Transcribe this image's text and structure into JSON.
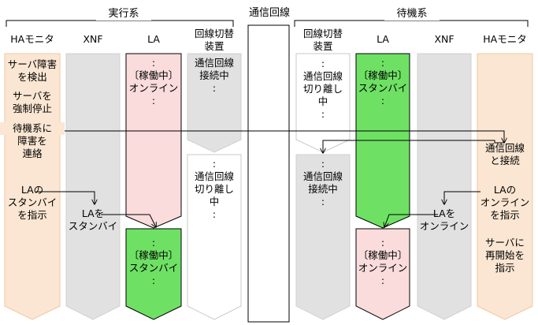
{
  "groups": {
    "active": "実行系",
    "center": "通信回線",
    "standby": "待機系"
  },
  "columns": {
    "ha_left": "HAモニタ",
    "xnf_left": "XNF",
    "la_left": "LA",
    "sw_left": [
      "回線切替",
      "装置"
    ],
    "sw_right": [
      "回線切替",
      "装置"
    ],
    "la_right": "LA",
    "xnf_right": "XNF",
    "ha_right": "HAモニタ"
  },
  "ha_left": {
    "detect": [
      "サーバ障害",
      "を検出"
    ],
    "stop": [
      "サーバを",
      "強制停止"
    ],
    "notify": [
      "待機系に",
      "障害を",
      "連絡"
    ],
    "instruct": [
      "LAの",
      "スタンバイ",
      "を指示"
    ]
  },
  "xnf_left": {
    "la_standby": [
      "LAを",
      "スタンバイ"
    ]
  },
  "la_left": {
    "top": [
      ":",
      "〔稼働中〕",
      "オンライン",
      ":"
    ],
    "bottom": [
      ":",
      "〔稼働中〕",
      "スタンバイ",
      ":"
    ]
  },
  "sw_left": {
    "top": [
      "通信回線",
      "接続中",
      ":"
    ],
    "bottom": [
      ":",
      "通信回線",
      "切り離し",
      "中",
      ":"
    ]
  },
  "sw_right": {
    "top": [
      ":",
      "通信回線",
      "切り離し",
      "中",
      ":"
    ],
    "bottom": [
      ":",
      "通信回線",
      "接続中",
      ":"
    ]
  },
  "la_right": {
    "top": [
      ":",
      "〔稼働中〕",
      "スタンバイ",
      ":"
    ],
    "bottom": [
      ":",
      "〔稼働中〕",
      "オンライン",
      ":"
    ]
  },
  "xnf_right": {
    "la_online": [
      "LAを",
      "オンライン"
    ]
  },
  "ha_right": {
    "connect": [
      "通信回線",
      "と接続"
    ],
    "instruct": [
      "LAの",
      "オンライン",
      "を指示"
    ],
    "restart": [
      "サーバに",
      "再開始を",
      "指示"
    ]
  },
  "colors": {
    "peach": "#fae6d2",
    "gray": "#e1e1e1",
    "pink": "#fadcdc",
    "green": "#6ee164",
    "white": "#ffffff",
    "stroke": "#000000"
  }
}
